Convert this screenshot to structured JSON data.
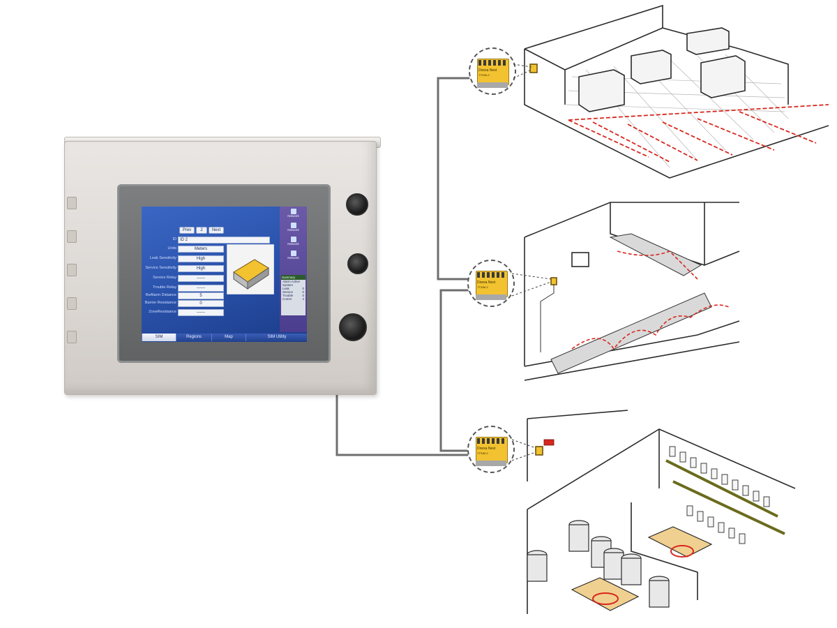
{
  "colors": {
    "screen_bg": "#2b54ad",
    "enclosure": "#dcd8d4",
    "module_yellow": "#f2c230",
    "leak_cable": "#d8271e",
    "wire": "#6e6e6e"
  },
  "hmi": {
    "nav": {
      "prev_label": "Prev",
      "page_number": "2",
      "next_label": "Next"
    },
    "fields": {
      "id_label": "ID",
      "id_value": "ID 2",
      "units_label": "Units",
      "units_value": "Meters",
      "leak_sensitivity_label": "Leak Sensitivity",
      "leak_sensitivity_value": "High",
      "service_sensitivity_label": "Service Sensitivity",
      "service_sensitivity_value": "High",
      "service_relay_label": "Service Relay",
      "service_relay_value": "------",
      "trouble_relay_label": "Trouble Relay",
      "trouble_relay_value": "------",
      "realarm_distance_label": "ReAlarm Distance",
      "realarm_distance_value": "5",
      "barrier_resistance_label": "Barrier Resistance",
      "barrier_resistance_value": "0",
      "zone_resistance_label": "ZoneResistance",
      "zone_resistance_value": "------"
    },
    "sidebar": {
      "network_1": "Network",
      "network_2": "Network",
      "network_3": "Network",
      "network_4": "Network",
      "status_header": "Summary",
      "status_title": "Alarm Active",
      "system_label": "System",
      "leak_label": "Leak",
      "leak_value": "0",
      "service_label": "Service",
      "service_value": "0",
      "trouble_label": "Trouble",
      "trouble_value": "0",
      "comm_label": "Comm",
      "comm_value": "4"
    },
    "tabs": [
      "SIM",
      "Regions",
      "Map",
      "SIM Utility"
    ]
  },
  "module": {
    "title": "Dnexa Nest",
    "subtitle": "TTSIM-2"
  },
  "icons": {
    "enclosure": "control-panel-enclosure",
    "knob": "cable-gland-icon",
    "module": "sensor-module-icon"
  }
}
